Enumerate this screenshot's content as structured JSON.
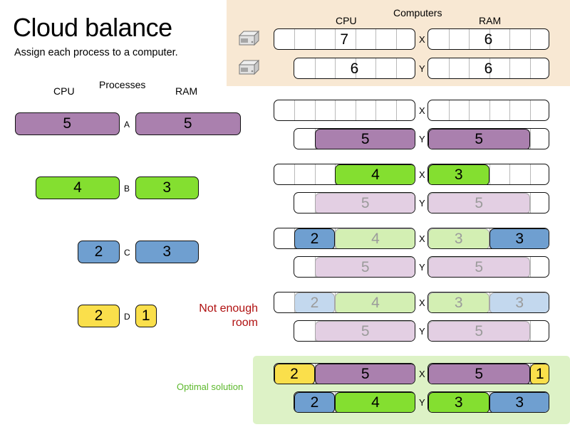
{
  "header": {
    "title": "Cloud balance",
    "subtitle": "Assign each process to a computer."
  },
  "palette": {
    "purple": "#aa80ae",
    "green": "#84df30",
    "blue": "#6f9fd0",
    "yellow": "#fadf4b",
    "purple_ghost": "#e3cfe3",
    "green_ghost": "#d3efb3",
    "blue_ghost": "#c3d8ee",
    "yellow_ghost": "#fdf1b4",
    "panel_computers_bg": "#f8e8d3",
    "panel_optimal_bg": "#ddf2c6",
    "error_text": "#b01010",
    "optimal_text": "#5cb82c",
    "track_bg": "#ffffff",
    "track_border": "#111111"
  },
  "processes_section": {
    "title": "Processes",
    "cpu_caption": "CPU",
    "ram_caption": "RAM",
    "items": [
      {
        "letter": "A",
        "cpu": 5,
        "ram": 5,
        "color_key": "purple",
        "cpu_label": "5",
        "ram_label": "5"
      },
      {
        "letter": "B",
        "cpu": 4,
        "ram": 3,
        "color_key": "green",
        "cpu_label": "4",
        "ram_label": "3"
      },
      {
        "letter": "C",
        "cpu": 2,
        "ram": 3,
        "color_key": "blue",
        "cpu_label": "2",
        "ram_label": "3"
      },
      {
        "letter": "D",
        "cpu": 2,
        "ram": 1,
        "color_key": "yellow",
        "cpu_label": "2",
        "ram_label": "1"
      }
    ]
  },
  "computers_section": {
    "title": "Computers",
    "cpu_caption": "CPU",
    "ram_caption": "RAM",
    "items": [
      {
        "name": "X",
        "cpu_capacity": 7,
        "ram_capacity": 6,
        "cpu_label": "7",
        "ram_label": "6",
        "icon": "server-icon"
      },
      {
        "name": "Y",
        "cpu_capacity": 6,
        "ram_capacity": 6,
        "cpu_label": "6",
        "ram_label": "6",
        "icon": "server-icon"
      }
    ]
  },
  "annotations": {
    "not_enough_room": "Not enough room",
    "not_enough_room_line1": "Not enough",
    "not_enough_room_line2": "room",
    "optimal_solution": "Optimal solution"
  },
  "assignment_steps": [
    {
      "step": 1,
      "rows": [
        {
          "computer": "X",
          "cpu_capacity": 7,
          "ram_capacity": 6,
          "cpu_blocks": [],
          "ram_blocks": []
        },
        {
          "computer": "Y",
          "cpu_capacity": 6,
          "ram_capacity": 6,
          "cpu_blocks": [
            {
              "label": "5",
              "units": 5,
              "color_key": "purple",
              "ghost": false
            }
          ],
          "ram_blocks": [
            {
              "label": "5",
              "units": 5,
              "color_key": "purple",
              "ghost": false
            }
          ]
        }
      ]
    },
    {
      "step": 2,
      "rows": [
        {
          "computer": "X",
          "cpu_capacity": 7,
          "ram_capacity": 6,
          "cpu_blocks": [
            {
              "label": "4",
              "units": 4,
              "color_key": "green",
              "ghost": false
            }
          ],
          "ram_blocks": [
            {
              "label": "3",
              "units": 3,
              "color_key": "green",
              "ghost": false
            }
          ]
        },
        {
          "computer": "Y",
          "cpu_capacity": 6,
          "ram_capacity": 6,
          "cpu_blocks": [
            {
              "label": "5",
              "units": 5,
              "color_key": "purple",
              "ghost": true
            }
          ],
          "ram_blocks": [
            {
              "label": "5",
              "units": 5,
              "color_key": "purple",
              "ghost": true
            }
          ]
        }
      ]
    },
    {
      "step": 3,
      "rows": [
        {
          "computer": "X",
          "cpu_capacity": 7,
          "ram_capacity": 6,
          "cpu_blocks": [
            {
              "label": "2",
              "units": 2,
              "color_key": "blue",
              "ghost": false
            },
            {
              "label": "4",
              "units": 4,
              "color_key": "green",
              "ghost": true
            }
          ],
          "ram_blocks": [
            {
              "label": "3",
              "units": 3,
              "color_key": "green",
              "ghost": true
            },
            {
              "label": "3",
              "units": 3,
              "color_key": "blue",
              "ghost": false
            }
          ]
        },
        {
          "computer": "Y",
          "cpu_capacity": 6,
          "ram_capacity": 6,
          "cpu_blocks": [
            {
              "label": "5",
              "units": 5,
              "color_key": "purple",
              "ghost": true
            }
          ],
          "ram_blocks": [
            {
              "label": "5",
              "units": 5,
              "color_key": "purple",
              "ghost": true
            }
          ]
        }
      ]
    },
    {
      "step": 4,
      "note": "Not enough room",
      "rows": [
        {
          "computer": "X",
          "cpu_capacity": 7,
          "ram_capacity": 6,
          "cpu_blocks": [
            {
              "label": "2",
              "units": 2,
              "color_key": "blue",
              "ghost": true
            },
            {
              "label": "4",
              "units": 4,
              "color_key": "green",
              "ghost": true
            }
          ],
          "ram_blocks": [
            {
              "label": "3",
              "units": 3,
              "color_key": "green",
              "ghost": true
            },
            {
              "label": "3",
              "units": 3,
              "color_key": "blue",
              "ghost": true
            }
          ]
        },
        {
          "computer": "Y",
          "cpu_capacity": 6,
          "ram_capacity": 6,
          "cpu_blocks": [
            {
              "label": "5",
              "units": 5,
              "color_key": "purple",
              "ghost": true
            }
          ],
          "ram_blocks": [
            {
              "label": "5",
              "units": 5,
              "color_key": "purple",
              "ghost": true
            }
          ]
        }
      ]
    }
  ],
  "optimal_solution": {
    "label": "Optimal solution",
    "rows": [
      {
        "computer": "X",
        "cpu_capacity": 7,
        "ram_capacity": 6,
        "cpu_blocks": [
          {
            "label": "2",
            "units": 2,
            "color_key": "yellow",
            "ghost": false
          },
          {
            "label": "5",
            "units": 5,
            "color_key": "purple",
            "ghost": false
          }
        ],
        "ram_blocks": [
          {
            "label": "5",
            "units": 5,
            "color_key": "purple",
            "ghost": false
          },
          {
            "label": "1",
            "units": 1,
            "color_key": "yellow",
            "ghost": false
          }
        ]
      },
      {
        "computer": "Y",
        "cpu_capacity": 6,
        "ram_capacity": 6,
        "cpu_blocks": [
          {
            "label": "2",
            "units": 2,
            "color_key": "blue",
            "ghost": false
          },
          {
            "label": "4",
            "units": 4,
            "color_key": "green",
            "ghost": false
          }
        ],
        "ram_blocks": [
          {
            "label": "3",
            "units": 3,
            "color_key": "green",
            "ghost": false
          },
          {
            "label": "3",
            "units": 3,
            "color_key": "blue",
            "ghost": false
          }
        ]
      }
    ]
  }
}
